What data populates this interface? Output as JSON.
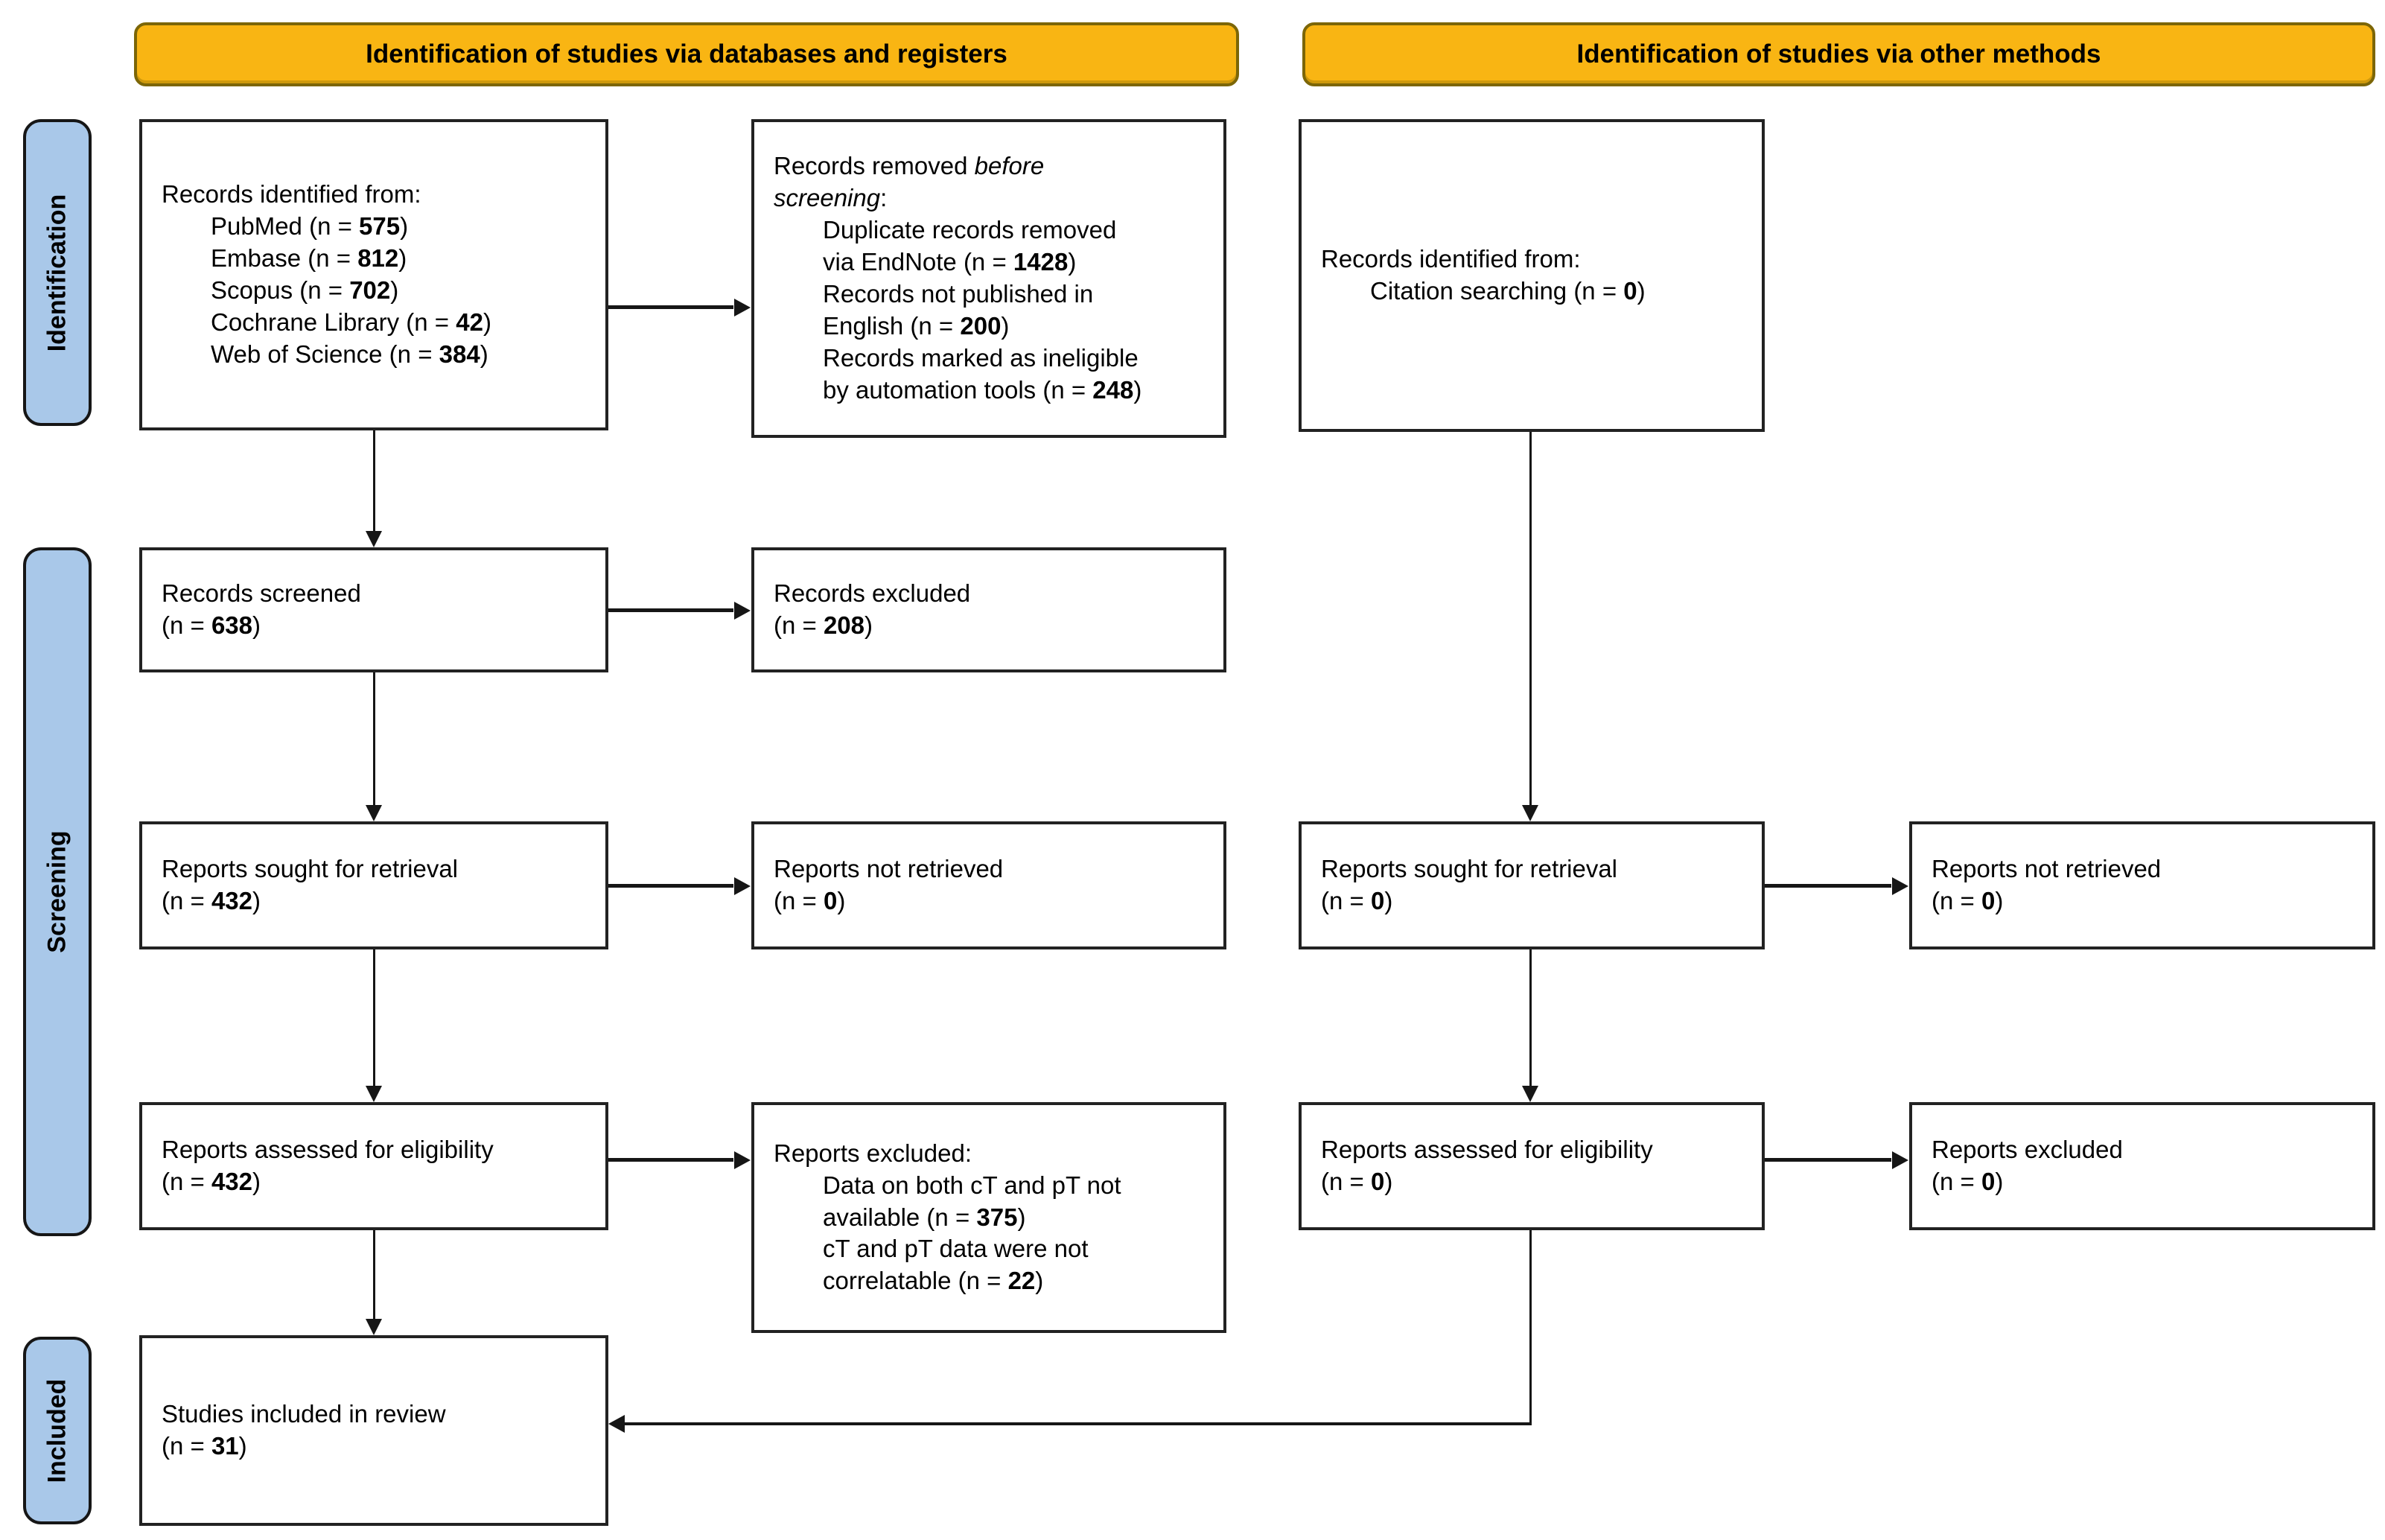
{
  "banners": {
    "left": "Identification of studies via databases and registers",
    "right": "Identification of studies via other methods"
  },
  "stage_labels": {
    "identification": "Identification",
    "screening": "Screening",
    "included": "Included"
  },
  "colors": {
    "banner_fill": "#F9B513",
    "banner_border": "#7C6607",
    "stage_fill": "#A9C8E9",
    "box_border": "#222222",
    "line_color": "#161616"
  },
  "boxes": {
    "records_identified_databases": {
      "lines": [
        {
          "seg": [
            {
              "t": "Records identified from:"
            }
          ]
        },
        {
          "indent": true,
          "seg": [
            {
              "t": "PubMed (n = "
            },
            {
              "t": "575",
              "b": true
            },
            {
              "t": ")"
            }
          ]
        },
        {
          "indent": true,
          "seg": [
            {
              "t": "Embase (n = "
            },
            {
              "t": "812",
              "b": true
            },
            {
              "t": ")"
            }
          ]
        },
        {
          "indent": true,
          "seg": [
            {
              "t": "Scopus (n = "
            },
            {
              "t": "702",
              "b": true
            },
            {
              "t": ")"
            }
          ]
        },
        {
          "indent": true,
          "seg": [
            {
              "t": "Cochrane Library (n = "
            },
            {
              "t": "42",
              "b": true
            },
            {
              "t": ")"
            }
          ]
        },
        {
          "indent": true,
          "seg": [
            {
              "t": "Web of Science (n = "
            },
            {
              "t": "384",
              "b": true
            },
            {
              "t": ")"
            }
          ]
        }
      ]
    },
    "records_removed_before_screening": {
      "lines": [
        {
          "seg": [
            {
              "t": "Records removed "
            },
            {
              "t": "before",
              "i": true
            }
          ]
        },
        {
          "seg": [
            {
              "t": "screening",
              "i": true
            },
            {
              "t": ":"
            }
          ]
        },
        {
          "indent": true,
          "seg": [
            {
              "t": "Duplicate records removed"
            }
          ]
        },
        {
          "indent": true,
          "seg": [
            {
              "t": "via EndNote (n = "
            },
            {
              "t": "1428",
              "b": true
            },
            {
              "t": ")"
            }
          ]
        },
        {
          "indent": true,
          "seg": [
            {
              "t": "Records not published in"
            }
          ]
        },
        {
          "indent": true,
          "seg": [
            {
              "t": "English (n = "
            },
            {
              "t": "200",
              "b": true
            },
            {
              "t": ")"
            }
          ]
        },
        {
          "indent": true,
          "seg": [
            {
              "t": "Records marked as ineligible"
            }
          ]
        },
        {
          "indent": true,
          "seg": [
            {
              "t": "by automation tools (n = "
            },
            {
              "t": "248",
              "b": true
            },
            {
              "t": ")"
            }
          ]
        }
      ]
    },
    "records_identified_other_methods": {
      "lines": [
        {
          "seg": [
            {
              "t": "Records identified from:"
            }
          ]
        },
        {
          "indent": true,
          "seg": [
            {
              "t": "Citation searching (n = "
            },
            {
              "t": "0",
              "b": true
            },
            {
              "t": ")"
            }
          ]
        }
      ]
    },
    "records_screened": {
      "lines": [
        {
          "seg": [
            {
              "t": "Records screened"
            }
          ]
        },
        {
          "seg": [
            {
              "t": "(n = "
            },
            {
              "t": "638",
              "b": true
            },
            {
              "t": ")"
            }
          ]
        }
      ]
    },
    "records_excluded": {
      "lines": [
        {
          "seg": [
            {
              "t": "Records excluded"
            }
          ]
        },
        {
          "seg": [
            {
              "t": "(n = "
            },
            {
              "t": "208",
              "b": true
            },
            {
              "t": ")"
            }
          ]
        }
      ]
    },
    "reports_sought_databases": {
      "lines": [
        {
          "seg": [
            {
              "t": "Reports sought for retrieval"
            }
          ]
        },
        {
          "seg": [
            {
              "t": "(n = "
            },
            {
              "t": "432",
              "b": true
            },
            {
              "t": ")"
            }
          ]
        }
      ]
    },
    "reports_not_retrieved_databases": {
      "lines": [
        {
          "seg": [
            {
              "t": "Reports not retrieved"
            }
          ]
        },
        {
          "seg": [
            {
              "t": "(n = "
            },
            {
              "t": "0",
              "b": true
            },
            {
              "t": ")"
            }
          ]
        }
      ]
    },
    "reports_sought_other": {
      "lines": [
        {
          "seg": [
            {
              "t": "Reports sought for retrieval"
            }
          ]
        },
        {
          "seg": [
            {
              "t": "(n = "
            },
            {
              "t": "0",
              "b": true
            },
            {
              "t": ")"
            }
          ]
        }
      ]
    },
    "reports_not_retrieved_other": {
      "lines": [
        {
          "seg": [
            {
              "t": "Reports not retrieved"
            }
          ]
        },
        {
          "seg": [
            {
              "t": "(n = "
            },
            {
              "t": "0",
              "b": true
            },
            {
              "t": ")"
            }
          ]
        }
      ]
    },
    "reports_assessed_databases": {
      "lines": [
        {
          "seg": [
            {
              "t": "Reports assessed for eligibility"
            }
          ]
        },
        {
          "seg": [
            {
              "t": "(n = "
            },
            {
              "t": "432",
              "b": true
            },
            {
              "t": ")"
            }
          ]
        }
      ]
    },
    "reports_excluded_with_reasons": {
      "lines": [
        {
          "seg": [
            {
              "t": "Reports excluded:"
            }
          ]
        },
        {
          "indent": true,
          "seg": [
            {
              "t": "Data on both cT and pT not"
            }
          ]
        },
        {
          "indent": true,
          "seg": [
            {
              "t": "available (n = "
            },
            {
              "t": "375",
              "b": true
            },
            {
              "t": ")"
            }
          ]
        },
        {
          "indent": true,
          "seg": [
            {
              "t": "cT and pT data were not"
            }
          ]
        },
        {
          "indent": true,
          "seg": [
            {
              "t": "correlatable (n = "
            },
            {
              "t": "22",
              "b": true
            },
            {
              "t": ")"
            }
          ]
        }
      ]
    },
    "reports_assessed_other": {
      "lines": [
        {
          "seg": [
            {
              "t": "Reports assessed for eligibility"
            }
          ]
        },
        {
          "seg": [
            {
              "t": "(n = "
            },
            {
              "t": "0",
              "b": true
            },
            {
              "t": ")"
            }
          ]
        }
      ]
    },
    "reports_excluded_other": {
      "lines": [
        {
          "seg": [
            {
              "t": "Reports excluded"
            }
          ]
        },
        {
          "seg": [
            {
              "t": "(n = "
            },
            {
              "t": "0",
              "b": true
            },
            {
              "t": ")"
            }
          ]
        }
      ]
    },
    "studies_included_in_review": {
      "lines": [
        {
          "seg": [
            {
              "t": "Studies included in review"
            }
          ]
        },
        {
          "seg": [
            {
              "t": "(n = "
            },
            {
              "t": "31",
              "b": true
            },
            {
              "t": ")"
            }
          ]
        }
      ]
    }
  }
}
